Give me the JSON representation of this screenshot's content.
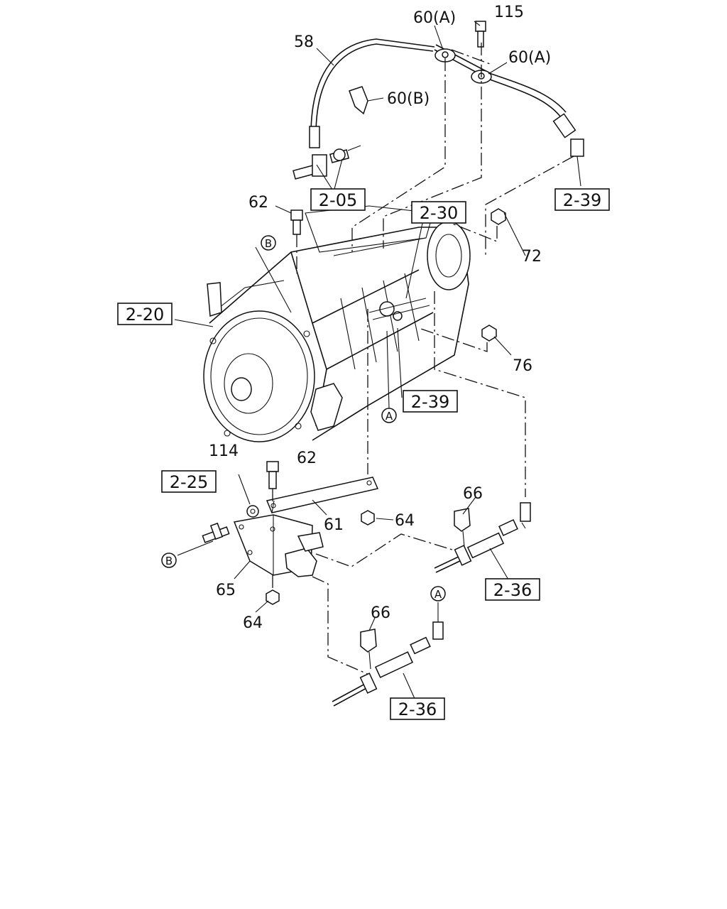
{
  "part_labels": {
    "p115": "115",
    "p60a_top": "60(A)",
    "p60a_right": "60(A)",
    "p58": "58",
    "p60b": "60(B)",
    "p62_top": "62",
    "p72": "72",
    "p76": "76",
    "p114": "114",
    "p62_bottom": "62",
    "p61": "61",
    "p64_mid": "64",
    "p66_right": "66",
    "p65": "65",
    "p64_bottom": "64",
    "p66_bottom": "66"
  },
  "ref_boxes": {
    "r205": "2-05",
    "r239_top": "2-39",
    "r230": "2-30",
    "r220": "2-20",
    "r239_mid": "2-39",
    "r225": "2-25",
    "r236_right": "2-36",
    "r236_bottom": "2-36"
  },
  "callouts": {
    "b_top": "B",
    "a_mid": "A",
    "b_left": "B",
    "a_bottom": "A"
  }
}
